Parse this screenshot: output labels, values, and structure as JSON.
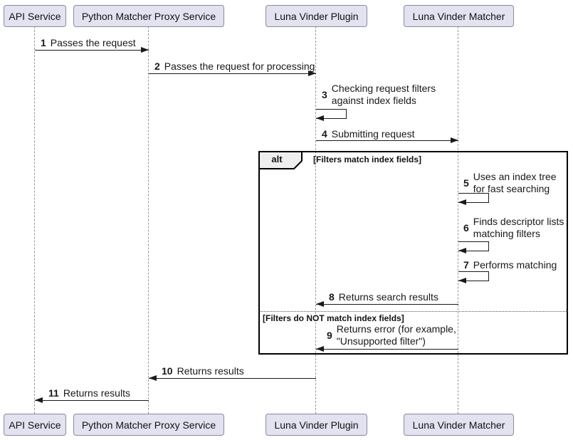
{
  "diagram_type": "uml-sequence",
  "participants": [
    {
      "name": "API Service"
    },
    {
      "name": "Python Matcher Proxy Service"
    },
    {
      "name": "Luna Vinder Plugin"
    },
    {
      "name": "Luna Vinder Matcher"
    }
  ],
  "messages": {
    "m1": {
      "num": "1",
      "text": "Passes the request"
    },
    "m2": {
      "num": "2",
      "text": "Passes the request for processing"
    },
    "m3": {
      "num": "3",
      "line1": "Checking request filters",
      "line2": "against index fields"
    },
    "m4": {
      "num": "4",
      "text": "Submitting request"
    },
    "m5": {
      "num": "5",
      "line1": "Uses an index tree",
      "line2": "for fast searching"
    },
    "m6": {
      "num": "6",
      "line1": "Finds descriptor lists",
      "line2": "matching filters"
    },
    "m7": {
      "num": "7",
      "text": "Performs matching"
    },
    "m8": {
      "num": "8",
      "text": "Returns search results"
    },
    "m9": {
      "num": "9",
      "line1": "Returns error (for example,",
      "line2": "\"Unsupported filter\")"
    },
    "m10": {
      "num": "10",
      "text": "Returns results"
    },
    "m11": {
      "num": "11",
      "text": "Returns results"
    }
  },
  "alt": {
    "label": "alt",
    "guard_match": "[Filters match index fields]",
    "guard_no_match": "[Filters do NOT match index fields]"
  },
  "colors": {
    "background": "#FFFFFF",
    "participant_fill": "#E2E2F0",
    "participant_border": "#8A8AA3",
    "message_line": "#1A1A1A",
    "lifeline": "#999999",
    "alt_frame_border": "#000000",
    "alt_tab_fill": "#EEEEEE",
    "text": "#181818"
  }
}
